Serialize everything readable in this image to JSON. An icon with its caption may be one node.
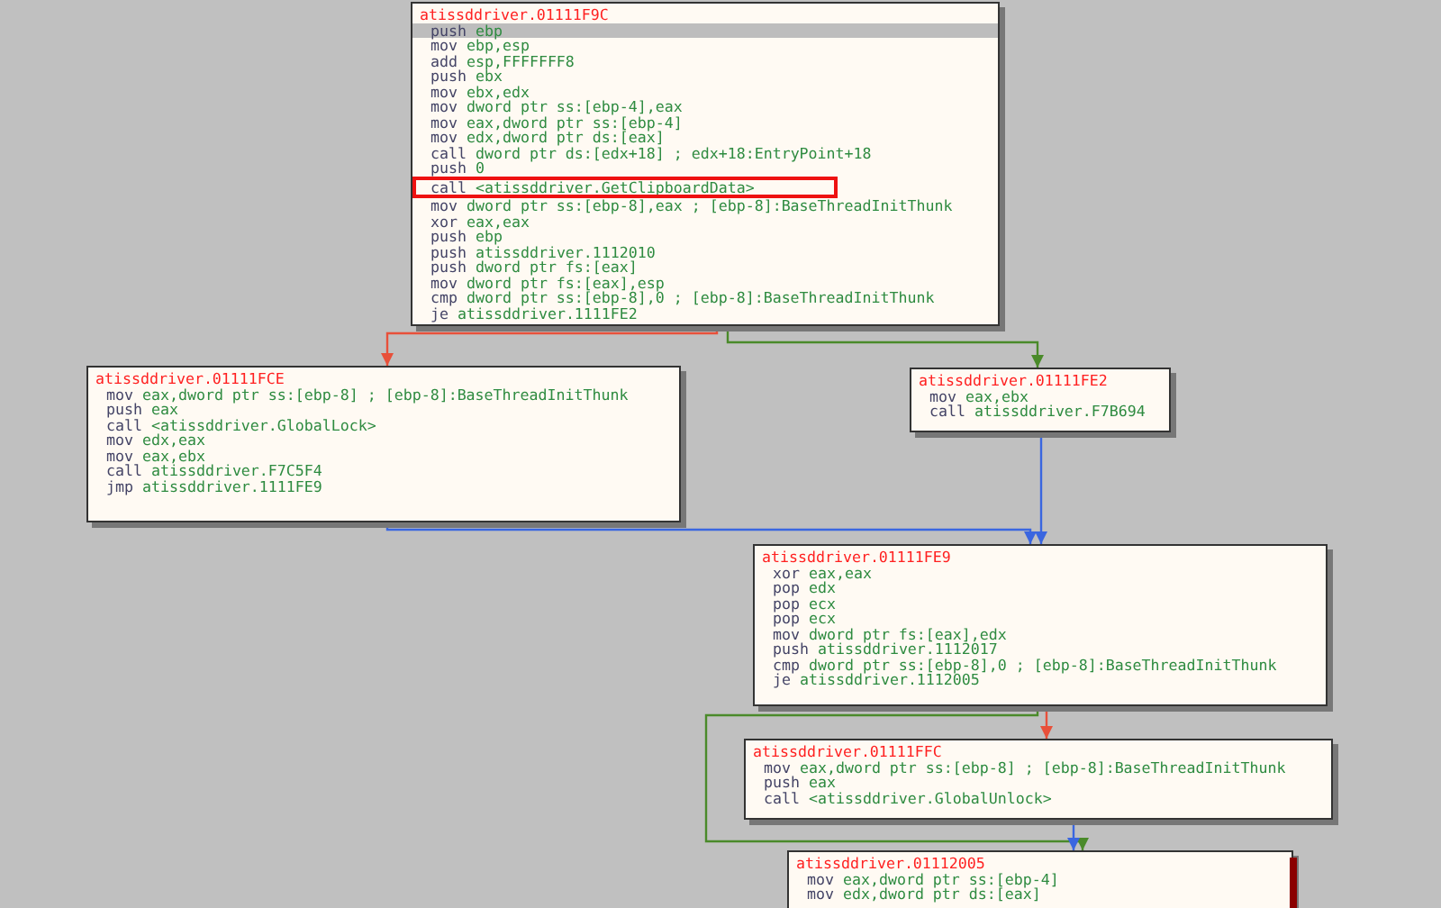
{
  "diagram": {
    "nodes": [
      {
        "text": [
          "atissddriver.01111F9C",
          "push ebp",
          "mov ebp,esp",
          "add esp,FFFFFFF8",
          "push ebx",
          "mov ebx,edx",
          "mov dword ptr ss:[ebp-4],eax",
          "mov eax,dword ptr ss:[ebp-4]",
          "mov edx,dword ptr ds:[eax]",
          "call dword ptr ds:[edx+18] ; edx+18:EntryPoint+18",
          "push 0",
          "call <atissddriver.GetClipboardData>",
          "mov dword ptr ss:[ebp-8],eax ; [ebp-8]:BaseThreadInitThunk",
          "xor eax,eax",
          "push ebp",
          "push atissddriver.1112010",
          "push dword ptr fs:[eax]",
          "mov dword ptr fs:[eax],esp",
          "cmp dword ptr ss:[ebp-8],0 ; [ebp-8]:BaseThreadInitThunk",
          "je atissddriver.1111FE2"
        ]
      },
      {
        "text": [
          "atissddriver.01111FCE",
          "mov eax,dword ptr ss:[ebp-8] ; [ebp-8]:BaseThreadInitThunk",
          "push eax",
          "call <atissddriver.GlobalLock>",
          "mov edx,eax",
          "mov eax,ebx",
          "call atissddriver.F7C5F4",
          "jmp atissddriver.1111FE9"
        ]
      },
      {
        "text": [
          "atissddriver.01111FE2",
          "mov eax,ebx",
          "call atissddriver.F7B694"
        ]
      },
      {
        "text": [
          "atissddriver.01111FE9",
          "xor eax,eax",
          "pop edx",
          "pop ecx",
          "pop ecx",
          "mov dword ptr fs:[eax],edx",
          "push atissddriver.1112017",
          "cmp dword ptr ss:[ebp-8],0 ; [ebp-8]:BaseThreadInitThunk",
          "je atissddriver.1112005"
        ]
      },
      {
        "text": [
          "atissddriver.01111FFC",
          "mov eax,dword ptr ss:[ebp-8] ; [ebp-8]:BaseThreadInitThunk",
          "push eax",
          "call <atissddriver.GlobalUnlock>"
        ]
      },
      {
        "text": [
          "atissddriver.01112005",
          "mov eax,dword ptr ss:[ebp-4]",
          "mov edx,dword ptr ds:[eax]"
        ]
      }
    ],
    "edges": [
      {
        "from": 0,
        "to": 1,
        "arrow": "to",
        "color": "#e8503a"
      },
      {
        "from": 0,
        "to": 2,
        "arrow": "to",
        "color": "#4a8a2a"
      },
      {
        "from": 1,
        "to": 3,
        "arrow": "to"
      },
      {
        "from": 2,
        "to": 3,
        "arrow": "to"
      },
      {
        "from": 3,
        "to": 4,
        "arrow": "to",
        "color": "#e8503a"
      },
      {
        "from": 3,
        "to": 5,
        "arrow": "to",
        "color": "#4a8a2a"
      },
      {
        "from": 4,
        "to": 5,
        "arrow": "to"
      }
    ]
  }
}
